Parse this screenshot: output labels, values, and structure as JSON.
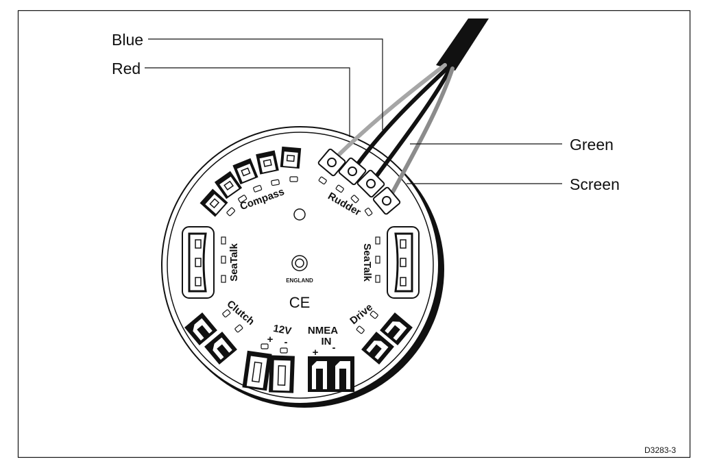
{
  "wire_labels": {
    "blue": "Blue",
    "red": "Red",
    "green": "Green",
    "screen": "Screen"
  },
  "board_labels": {
    "compass": "Compass",
    "rudder": "Rudder",
    "seatalk_left": "SeaTalk",
    "seatalk_right": "SeaTalk",
    "england": "ENGLAND",
    "ce_mark": "CE",
    "clutch": "Clutch",
    "power": "12V",
    "power_plus": "+",
    "power_minus": "-",
    "nmea_line1": "NMEA",
    "nmea_line2": "IN",
    "nmea_plus": "+",
    "nmea_minus": "-",
    "drive": "Drive"
  },
  "figure_id": "D3283-3",
  "colors": {
    "outline": "#111111",
    "blue_wire": "#a6a6a6",
    "screen_wire": "#8c8c8c",
    "core_wire": "#111111",
    "background": "#ffffff"
  }
}
